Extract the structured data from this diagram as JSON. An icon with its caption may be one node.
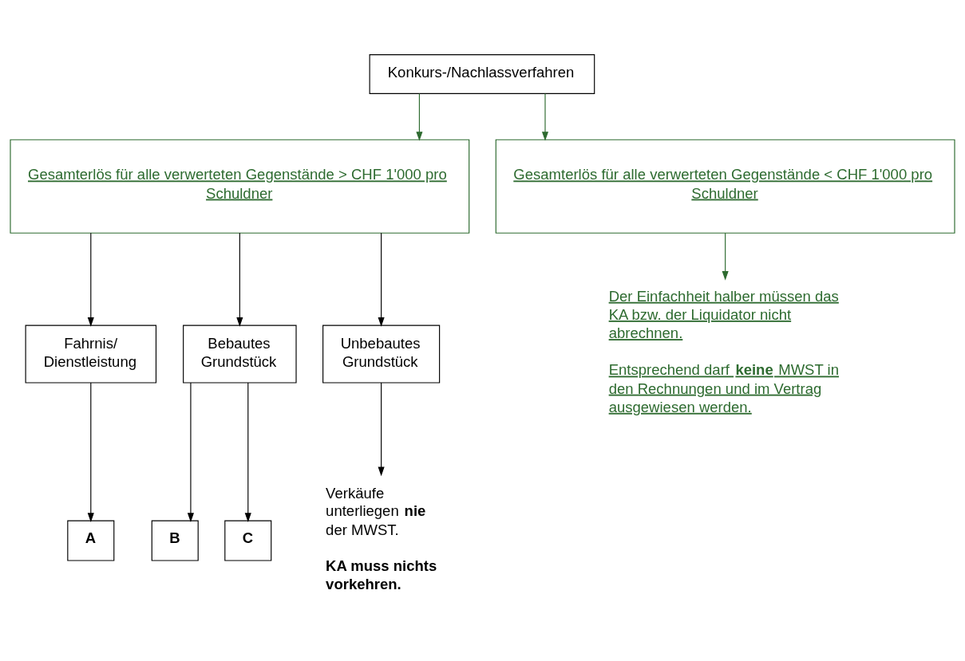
{
  "diagram": {
    "nodes": [
      {
        "text": [
          "Konkurs-/Nachlassverfahren"
        ]
      },
      {
        "text": [
          "Gesamterlös für alle verwerteten Gegenstände > CHF 1'000 pro Schuldner"
        ]
      },
      {
        "text": [
          "Gesamterlös für alle verwerteten Gegenstände < CHF 1'000 pro Schuldner"
        ]
      },
      {
        "text": [
          "Fahrnis/ Dienstleistung"
        ]
      },
      {
        "text": [
          "Bebautes Grundstück"
        ]
      },
      {
        "text": [
          "Unbebautes Grundstück"
        ]
      },
      {
        "text": [
          "A"
        ]
      },
      {
        "text": [
          "B"
        ]
      },
      {
        "text": [
          "C"
        ]
      },
      {
        "text": [
          "Verkäufe unterliegen **nie** der MWST.",
          "KA muss nichts vorkehren."
        ]
      },
      {
        "text": [
          "Der Einfachheit halber müssen das KA bzw. der Liquidator nicht abrechnen.",
          "Entsprechend darf **keine** MWST in den Rechnungen und im Vertrag ausgewiesen werden."
        ]
      }
    ],
    "edges": [
      {
        "from": 0,
        "to": 1,
        "arrow": "to",
        "color": "#2e6b30"
      },
      {
        "from": 0,
        "to": 2,
        "arrow": "to",
        "color": "#2e6b30"
      },
      {
        "from": 1,
        "to": 3,
        "arrow": "to"
      },
      {
        "from": 1,
        "to": 4,
        "arrow": "to"
      },
      {
        "from": 1,
        "to": 5,
        "arrow": "to"
      },
      {
        "from": 2,
        "to": 10,
        "arrow": "to",
        "color": "#2e6b30"
      },
      {
        "from": 3,
        "to": 6,
        "arrow": "to"
      },
      {
        "from": 4,
        "to": 7,
        "arrow": "to"
      },
      {
        "from": 4,
        "to": 8,
        "arrow": "to"
      },
      {
        "from": 5,
        "to": 9,
        "arrow": "to"
      }
    ]
  }
}
